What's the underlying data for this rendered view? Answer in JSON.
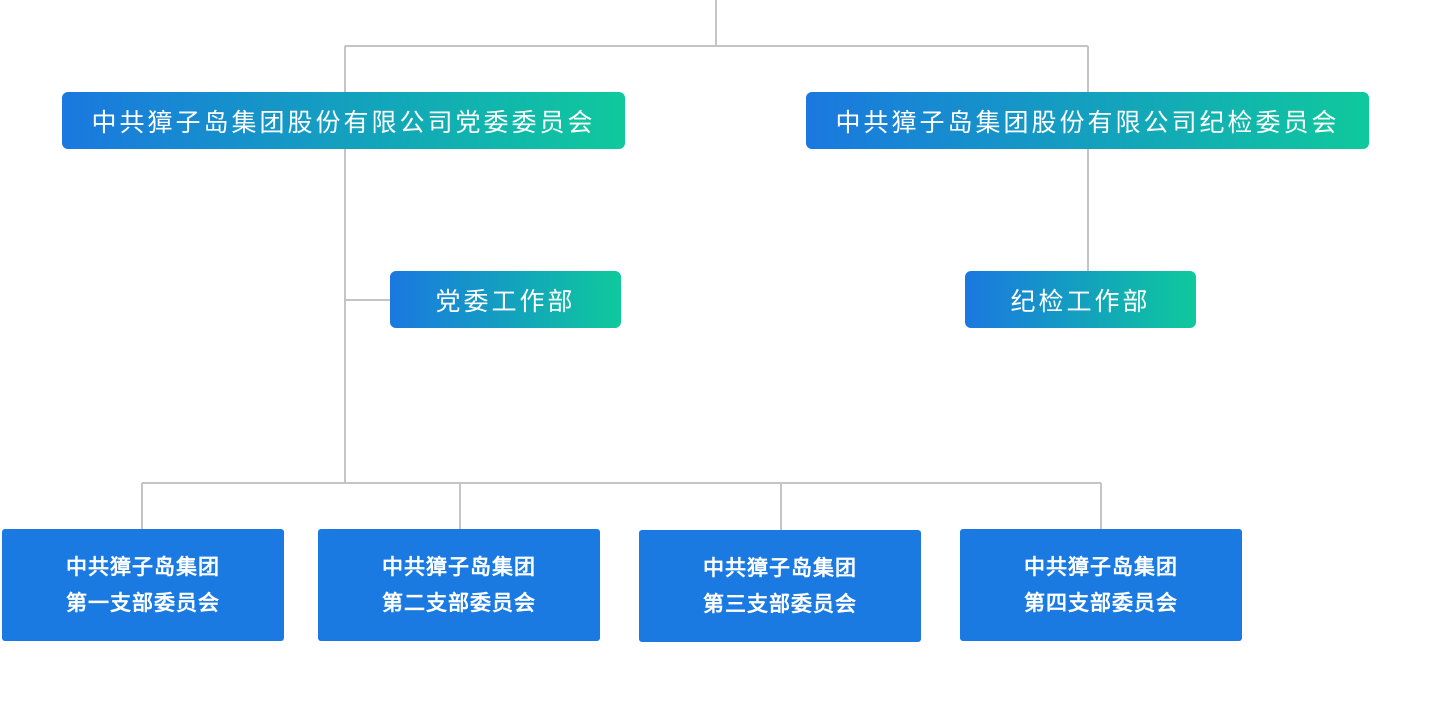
{
  "nodes": {
    "party_committee": "中共獐子岛集团股份有限公司党委委员会",
    "discipline_committee": "中共獐子岛集团股份有限公司纪检委员会",
    "party_work_dept": "党委工作部",
    "discipline_work_dept": "纪检工作部"
  },
  "branches": [
    {
      "line1": "中共獐子岛集团",
      "line2": "第一支部委员会"
    },
    {
      "line1": "中共獐子岛集团",
      "line2": "第二支部委员会"
    },
    {
      "line1": "中共獐子岛集团",
      "line2": "第三支部委员会"
    },
    {
      "line1": "中共獐子岛集团",
      "line2": "第四支部委员会"
    }
  ],
  "colors": {
    "gradient_start": "#1a78e0",
    "gradient_end": "#0fc99c",
    "branch_fill": "#1a7ae2",
    "connector": "#c4c4c4"
  }
}
